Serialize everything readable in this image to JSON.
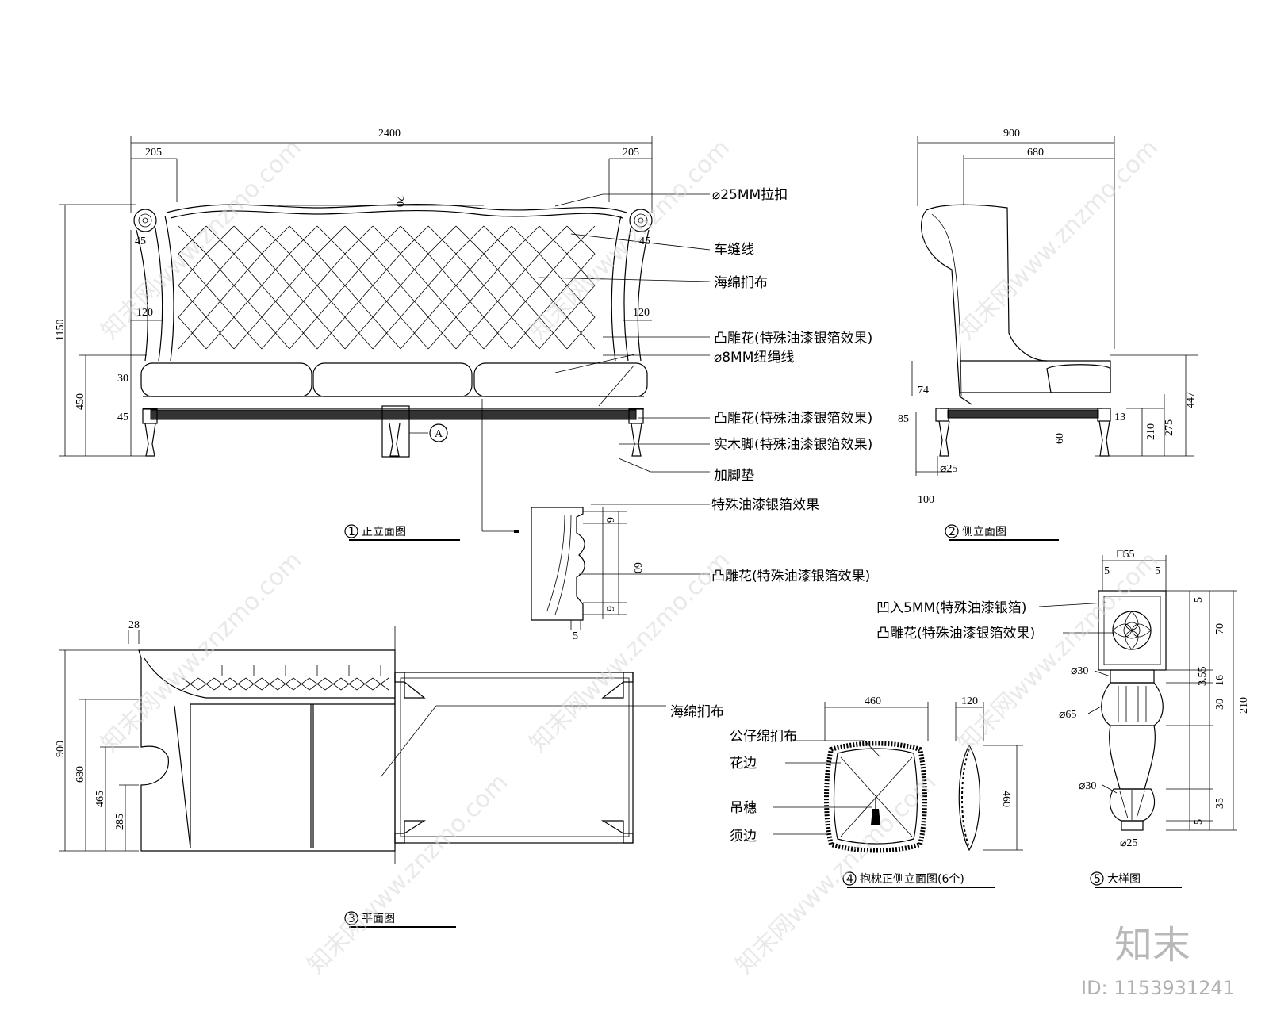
{
  "dimensions": {
    "front_total": "2400",
    "front_arm_left": "205",
    "front_arm_right": "205",
    "front_top": "20",
    "front_45_left": "45",
    "front_45_right": "45",
    "front_120_left": "120",
    "front_120_right": "120",
    "front_height": "1150",
    "front_seat_height": "450",
    "front_30": "30",
    "front_45_base": "45",
    "side_total": "900",
    "side_back": "680",
    "side_74": "74",
    "side_85": "85",
    "side_13": "13",
    "side_60": "60",
    "side_210": "210",
    "side_275": "275",
    "side_447": "447",
    "side_d25": "⌀25",
    "side_100": "100",
    "detailA_6a": "6",
    "detailA_60": "60",
    "detailA_6b": "6",
    "detailA_5": "5",
    "plan_28": "28",
    "plan_900": "900",
    "plan_680": "680",
    "plan_465": "465",
    "plan_285": "285",
    "pillow_460w": "460",
    "pillow_120": "120",
    "pillow_460h": "460",
    "leg_55": "□55",
    "leg_5a": "5",
    "leg_5b": "5",
    "leg_r5": "5",
    "leg_r70": "70",
    "leg_r355": "3.55",
    "leg_r16": "16",
    "leg_r30": "30",
    "leg_r210": "210",
    "leg_r35": "35",
    "leg_r5b": "5",
    "leg_d30a": "⌀30",
    "leg_d65": "⌀65",
    "leg_d30b": "⌀30",
    "leg_d25": "⌀25"
  },
  "labels": {
    "pull_button": "⌀25MM拉扣",
    "stitch_line": "车缝线",
    "sponge_fabric": "海绵扪布",
    "relief_carving_1": "凸雕花(特殊油漆银箔效果)",
    "cord_line": "⌀8MM纽绳线",
    "relief_carving_2": "凸雕花(特殊油漆银箔效果)",
    "wood_leg": "实木脚(特殊油漆银箔效果)",
    "foot_pad": "加脚垫",
    "silver_foil": "特殊油漆银箔效果",
    "relief_carving_3": "凸雕花(特殊油漆银箔效果)",
    "sponge_fabric_plan": "海绵扪布",
    "recess_5mm": "凹入5MM(特殊油漆银箔)",
    "relief_carving_4": "凸雕花(特殊油漆银箔效果)",
    "doll_cotton": "公仔绵扪布",
    "lace_edge": "花边",
    "tassel": "吊穗",
    "fringe_edge": "须边",
    "section_marker": "A"
  },
  "titles": {
    "front_elevation": "正立面图",
    "side_elevation": "侧立面图",
    "plan_view": "平面图",
    "pillow_view": "抱枕正侧立面图(6个)",
    "detail_view": "大样图",
    "front_no": "1",
    "side_no": "2",
    "plan_no": "3",
    "pillow_no": "4",
    "detail_no": "5"
  },
  "watermark": {
    "text": "知末网www.znzmo.com",
    "logo": "知末",
    "id": "ID: 1153931241"
  }
}
